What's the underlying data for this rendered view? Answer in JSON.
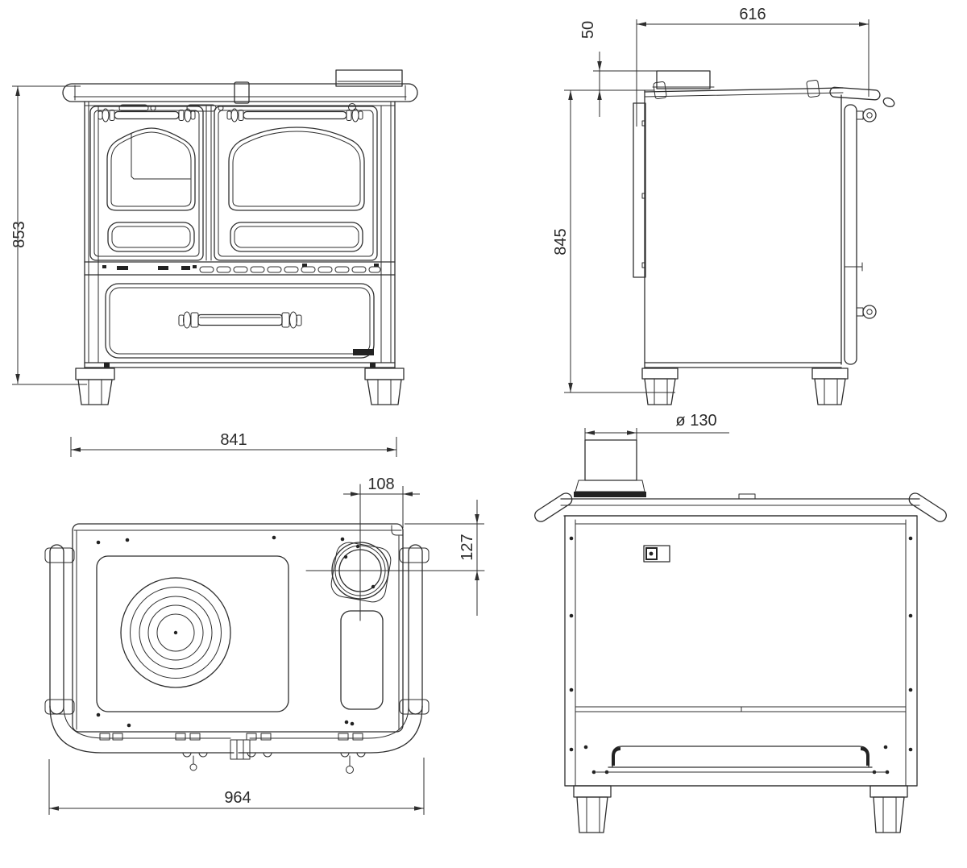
{
  "drawing": {
    "type": "technical-drawing-4-views",
    "views": {
      "front": {
        "height_mm": "853",
        "width_mm": "841"
      },
      "side": {
        "depth_mm": "616",
        "flue_top_offset_mm": "50",
        "height_mm": "845"
      },
      "top": {
        "flue_center_to_edge_mm": "108",
        "flue_center_to_back_mm": "127",
        "width_mm": "964"
      },
      "rear": {
        "flue_diameter_mm": "ø 130"
      }
    }
  }
}
